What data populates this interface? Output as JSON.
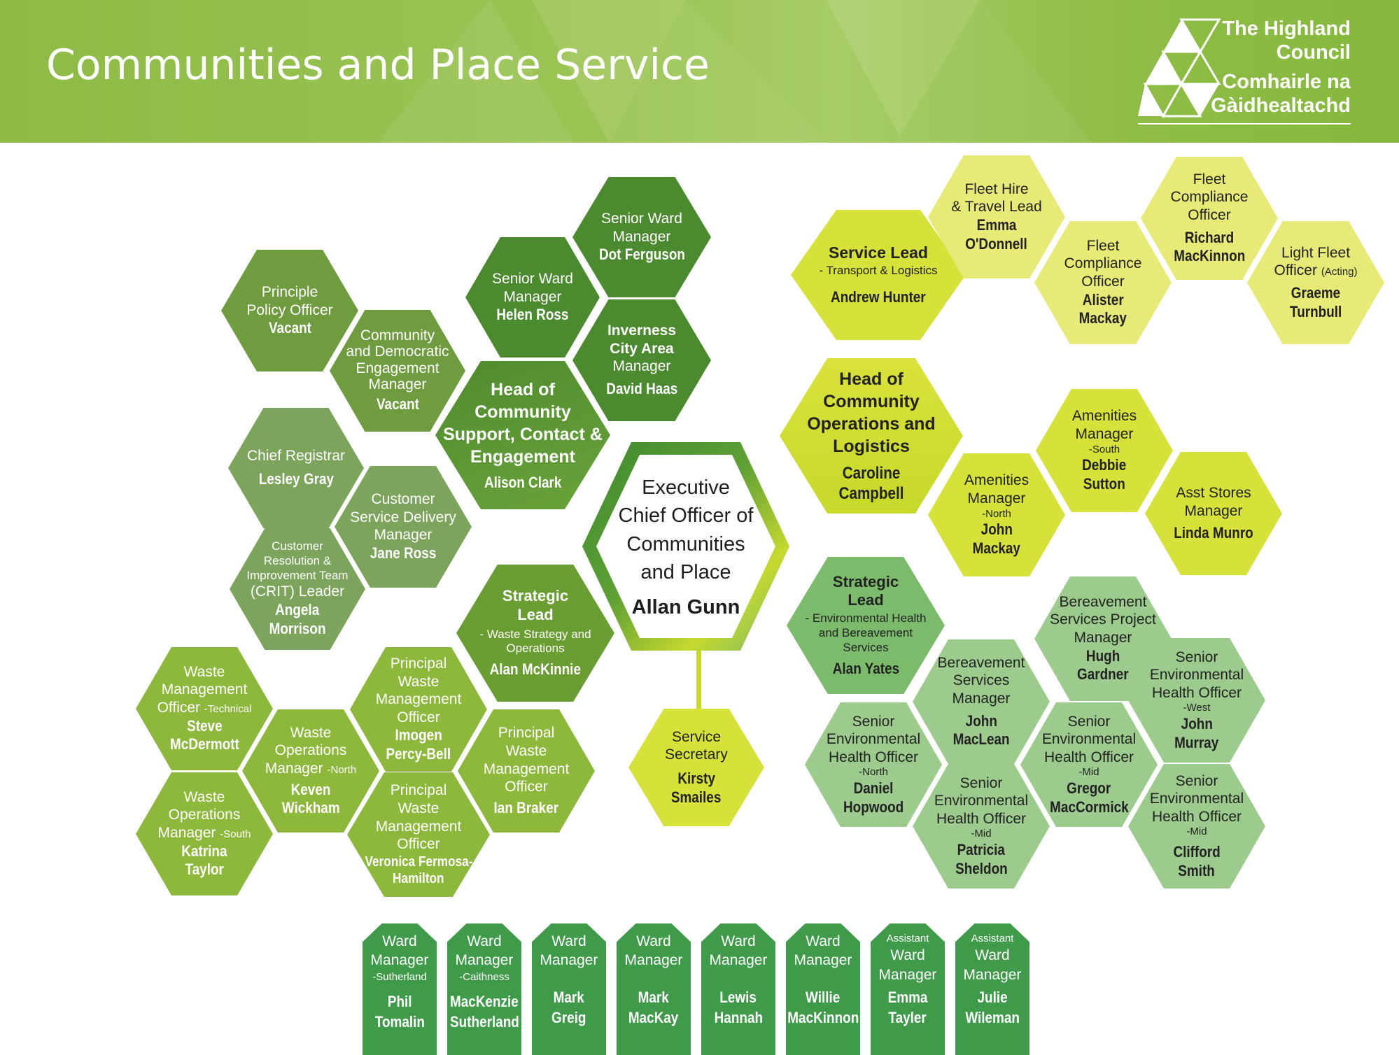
{
  "header": {
    "title": "Communities and Place Service",
    "logo_lines": [
      "The Highland",
      "Council",
      "Comhairle na",
      "Gàidhealtachd"
    ]
  },
  "colors": {
    "header_green": "#93c04d",
    "dark_green": "#4b8a2f",
    "yellow_green": "#d6e13a",
    "light_yellow": "#e8ea77",
    "pale_green": "#9ccb8d",
    "ward_green": "#3f9a4a"
  },
  "executive": {
    "title_lines": [
      "Executive",
      "Chief Officer of",
      "Communities",
      "and Place"
    ],
    "name": "Allan Gunn"
  },
  "service_secretary": {
    "title_lines": [
      "Service",
      "Secretary"
    ],
    "name_lines": [
      "Kirsty",
      "Smailes"
    ]
  },
  "support": {
    "head": {
      "title_lines": [
        "Head of",
        "Community",
        "Support, Contact &",
        "Engagement"
      ],
      "name": "Alison Clark"
    },
    "senior_ward_1": {
      "title_lines": [
        "Senior Ward",
        "Manager"
      ],
      "name": "Dot Ferguson"
    },
    "senior_ward_2": {
      "title_lines": [
        "Senior Ward",
        "Manager"
      ],
      "name": "Helen Ross"
    },
    "inverness": {
      "title_lines": [
        "Inverness",
        "City Area",
        "Manager"
      ],
      "name": "David Haas"
    },
    "policy": {
      "title_lines": [
        "Principle",
        "Policy Officer"
      ],
      "name": "Vacant"
    },
    "engagement": {
      "title_lines": [
        "Community",
        "and Democratic",
        "Engagement",
        "Manager"
      ],
      "name": "Vacant"
    },
    "registrar": {
      "title_lines": [
        "Chief Registrar"
      ],
      "name": "Lesley Gray"
    },
    "customer": {
      "title_lines": [
        "Customer",
        "Service Delivery",
        "Manager"
      ],
      "name": "Jane Ross"
    },
    "crit": {
      "small_lines": [
        "Customer",
        "Resolution &",
        "Improvement Team"
      ],
      "title_line": "(CRIT) Leader",
      "name_lines": [
        "Angela",
        "Morrison"
      ]
    }
  },
  "waste": {
    "lead": {
      "title_lines": [
        "Strategic",
        "Lead"
      ],
      "sub_lines": [
        "- Waste Strategy and",
        "Operations"
      ],
      "name": "Alan McKinnie"
    },
    "wmo_tech": {
      "title_lines": [
        "Waste",
        "Management"
      ],
      "title_last": "Officer",
      "qualifier": "-Technical",
      "name_lines": [
        "Steve",
        "McDermott"
      ]
    },
    "ops_north": {
      "title_lines": [
        "Waste",
        "Operations"
      ],
      "title_last": "Manager",
      "qualifier": "-North",
      "name_lines": [
        "Keven",
        "Wickham"
      ]
    },
    "ops_south": {
      "title_lines": [
        "Waste",
        "Operations"
      ],
      "title_last": "Manager",
      "qualifier": "-South",
      "name_lines": [
        "Katrina",
        "Taylor"
      ]
    },
    "pwmo_1": {
      "title_lines": [
        "Principal",
        "Waste",
        "Management",
        "Officer"
      ],
      "name_lines": [
        "Imogen",
        "Percy-Bell"
      ]
    },
    "pwmo_2": {
      "title_lines": [
        "Principal",
        "Waste",
        "Management",
        "Officer"
      ],
      "name_lines": [
        "Ian Braker"
      ]
    },
    "pwmo_3": {
      "title_lines": [
        "Principal",
        "Waste",
        "Management",
        "Officer"
      ],
      "name_lines": [
        "Veronica Fermosa-",
        "Hamilton"
      ]
    }
  },
  "operations": {
    "head": {
      "title_lines": [
        "Head of",
        "Community",
        "Operations and",
        "Logistics"
      ],
      "name_lines": [
        "Caroline",
        "Campbell"
      ]
    },
    "service_lead": {
      "title_lines": [
        "Service Lead"
      ],
      "sub_lines": [
        "- Transport & Logistics"
      ],
      "name": "Andrew Hunter"
    },
    "fleet_hire": {
      "title_lines": [
        "Fleet Hire",
        "& Travel Lead"
      ],
      "name_lines": [
        "Emma",
        "O'Donnell"
      ]
    },
    "fleet_comp_1": {
      "title_lines": [
        "Fleet",
        "Compliance",
        "Officer"
      ],
      "name_lines": [
        "Alister",
        "Mackay"
      ]
    },
    "fleet_comp_2": {
      "title_lines": [
        "Fleet",
        "Compliance",
        "Officer"
      ],
      "name_lines": [
        "Richard",
        "MacKinnon"
      ]
    },
    "light_fleet": {
      "title_lines": [
        "Light Fleet"
      ],
      "title_last": "Officer",
      "qualifier": "(Acting)",
      "name_lines": [
        "Graeme",
        "Turnbull"
      ]
    },
    "amenities_north": {
      "title_lines": [
        "Amenities",
        "Manager"
      ],
      "qualifier": "-North",
      "name_lines": [
        "John",
        "Mackay"
      ]
    },
    "amenities_south": {
      "title_lines": [
        "Amenities",
        "Manager"
      ],
      "qualifier": "-South",
      "name_lines": [
        "Debbie",
        "Sutton"
      ]
    },
    "stores": {
      "title_lines": [
        "Asst Stores",
        "Manager"
      ],
      "name_lines": [
        "Linda Munro"
      ]
    }
  },
  "environmental": {
    "lead": {
      "title_lines": [
        "Strategic",
        "Lead"
      ],
      "sub_lines": [
        "- Environmental Health",
        "and Bereavement",
        "Services"
      ],
      "name": "Alan Yates"
    },
    "bereavement_project": {
      "title_lines": [
        "Bereavement",
        "Services Project",
        "Manager"
      ],
      "name_lines": [
        "Hugh",
        "Gardner"
      ]
    },
    "bereavement_manager": {
      "title_lines": [
        "Bereavement",
        "Services",
        "Manager"
      ],
      "name_lines": [
        "John",
        "MacLean"
      ]
    },
    "seho_west": {
      "title_lines": [
        "Senior",
        "Environmental",
        "Health Officer"
      ],
      "qualifier": "-West",
      "name_lines": [
        "John",
        "Murray"
      ]
    },
    "seho_north": {
      "title_lines": [
        "Senior",
        "Environmental",
        "Health Officer"
      ],
      "qualifier": "-North",
      "name_lines": [
        "Daniel",
        "Hopwood"
      ]
    },
    "seho_mid_1": {
      "title_lines": [
        "Senior",
        "Environmental",
        "Health Officer"
      ],
      "qualifier": "-Mid",
      "name_lines": [
        "Gregor",
        "MacCormick"
      ]
    },
    "seho_mid_2": {
      "title_lines": [
        "Senior",
        "Environmental",
        "Health Officer"
      ],
      "qualifier": "-Mid",
      "name_lines": [
        "Patricia",
        "Sheldon"
      ]
    },
    "seho_mid_3": {
      "title_lines": [
        "Senior",
        "Environmental",
        "Health Officer"
      ],
      "qualifier": "-Mid",
      "name_lines": [
        "Clifford",
        "Smith"
      ]
    }
  },
  "ward_managers": [
    {
      "pre": "",
      "title_lines": [
        "Ward",
        "Manager"
      ],
      "qualifier": "-Sutherland",
      "name_lines": [
        "Phil",
        "Tomalin"
      ]
    },
    {
      "pre": "",
      "title_lines": [
        "Ward",
        "Manager"
      ],
      "qualifier": "-Caithness",
      "name_lines": [
        "MacKenzie",
        "Sutherland"
      ]
    },
    {
      "pre": "",
      "title_lines": [
        "Ward",
        "Manager"
      ],
      "qualifier": "",
      "name_lines": [
        "Mark",
        "Greig"
      ]
    },
    {
      "pre": "",
      "title_lines": [
        "Ward",
        "Manager"
      ],
      "qualifier": "",
      "name_lines": [
        "Mark",
        "MacKay"
      ]
    },
    {
      "pre": "",
      "title_lines": [
        "Ward",
        "Manager"
      ],
      "qualifier": "",
      "name_lines": [
        "Lewis",
        "Hannah"
      ]
    },
    {
      "pre": "",
      "title_lines": [
        "Ward",
        "Manager"
      ],
      "qualifier": "",
      "name_lines": [
        "Willie",
        "MacKinnon"
      ]
    },
    {
      "pre": "Assistant",
      "title_lines": [
        "Ward",
        "Manager"
      ],
      "qualifier": "",
      "name_lines": [
        "Emma",
        "Tayler"
      ]
    },
    {
      "pre": "Assistant",
      "title_lines": [
        "Ward",
        "Manager"
      ],
      "qualifier": "",
      "name_lines": [
        "Julie",
        "Wileman"
      ]
    }
  ]
}
